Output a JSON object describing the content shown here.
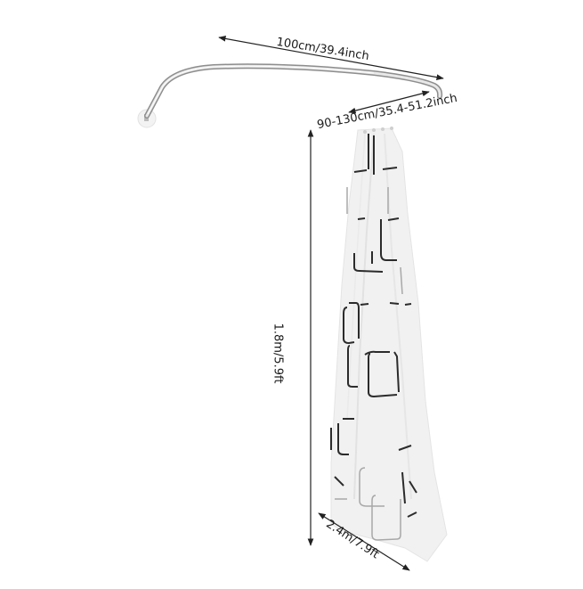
{
  "product": {
    "name": "U-shaped shower curtain rod with curtain",
    "colors": {
      "rod": "#c8c8c8",
      "rod_highlight": "#f2f2f2",
      "rod_shadow": "#8a8a8a",
      "curtain": "#f0f0f0",
      "curtain_pattern": "#2a2a2a",
      "dimension_line": "#222222",
      "background": "#ffffff"
    }
  },
  "dimensions": {
    "rod_length": "100cm/39.4inch",
    "rod_extension": "90-130cm/35.4-51.2inch",
    "curtain_height": "1.8m/5.9ft",
    "curtain_width": "2.4m/7.9ft"
  }
}
